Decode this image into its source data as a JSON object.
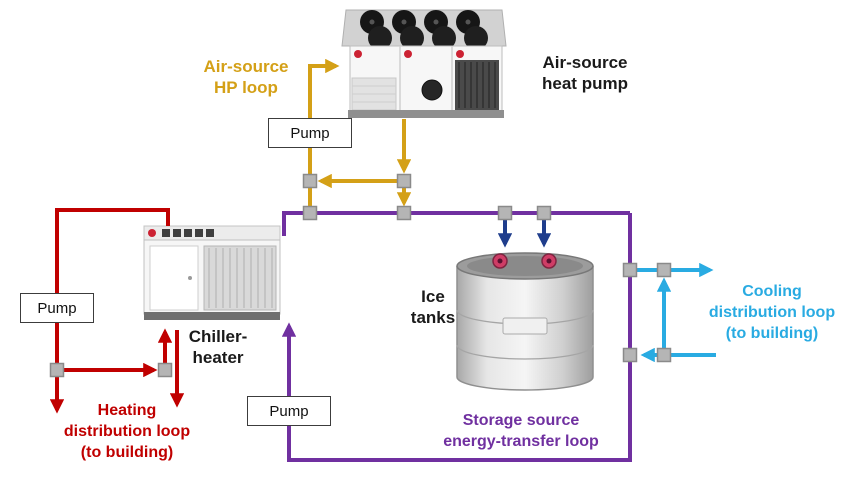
{
  "colors": {
    "hp-loop": "#d4a017",
    "heating": "#c00000",
    "cooling": "#29abe2",
    "storage": "#7030a0",
    "ice-charge": "#1f3d8c",
    "node-fill": "#b5b5b5",
    "node-border": "#8a8a8a"
  },
  "labels": {
    "air_source_hp_loop": {
      "line1": "Air-source",
      "line2": "HP loop"
    },
    "air_source_heat_pump": {
      "line1": "Air-source",
      "line2": "heat pump"
    },
    "chiller_heater": {
      "line1": "Chiller-",
      "line2": "heater"
    },
    "ice_tanks": {
      "line1": "Ice",
      "line2": "tanks"
    },
    "heating_distribution": {
      "line1": "Heating",
      "line2": "distribution loop",
      "line3": "(to building)"
    },
    "cooling_distribution": {
      "line1": "Cooling",
      "line2": "distribution loop",
      "line3": "(to building)"
    },
    "storage_loop": {
      "line1": "Storage source",
      "line2": "energy-transfer loop"
    }
  },
  "pumps": {
    "hp_loop_pump": "Pump",
    "heating_pump": "Pump",
    "storage_pump": "Pump"
  }
}
